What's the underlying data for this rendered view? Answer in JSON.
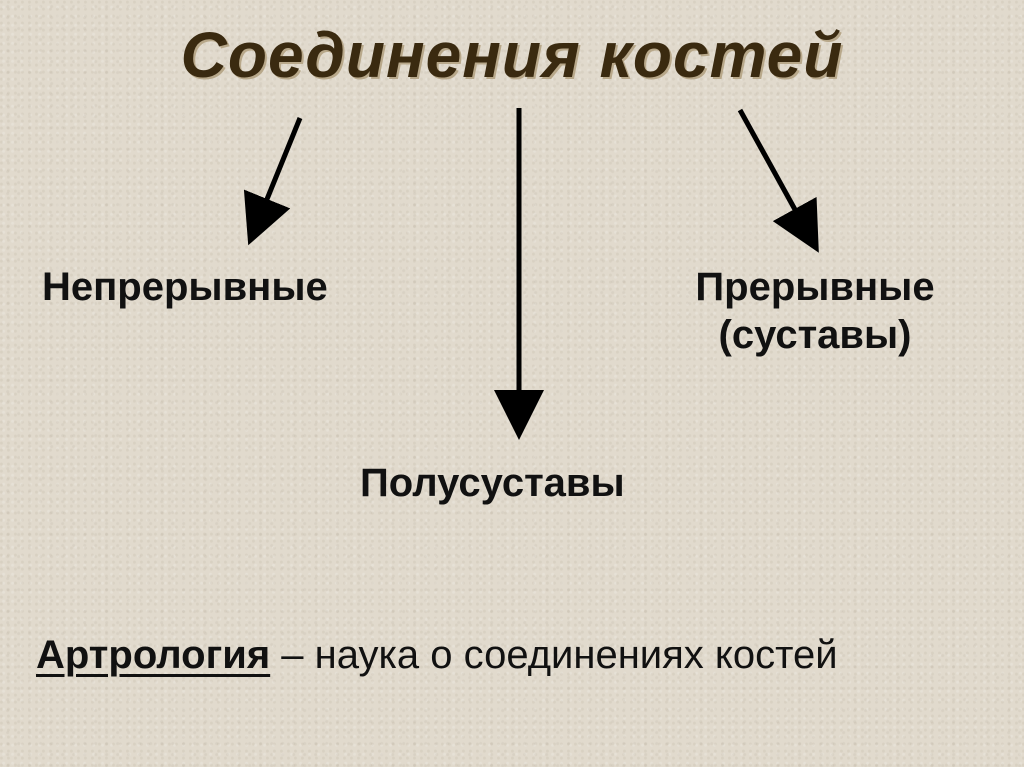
{
  "title": "Соединения костей",
  "nodes": {
    "left": "Непрерывные",
    "right_line1": "Прерывные",
    "right_line2": "(суставы)",
    "bottom": "Полусуставы"
  },
  "footer": {
    "term": "Артрология",
    "definition": " – наука о соединениях костей"
  },
  "colors": {
    "title": "#3a2a10",
    "text": "#111111",
    "background": "#e1dacd"
  }
}
